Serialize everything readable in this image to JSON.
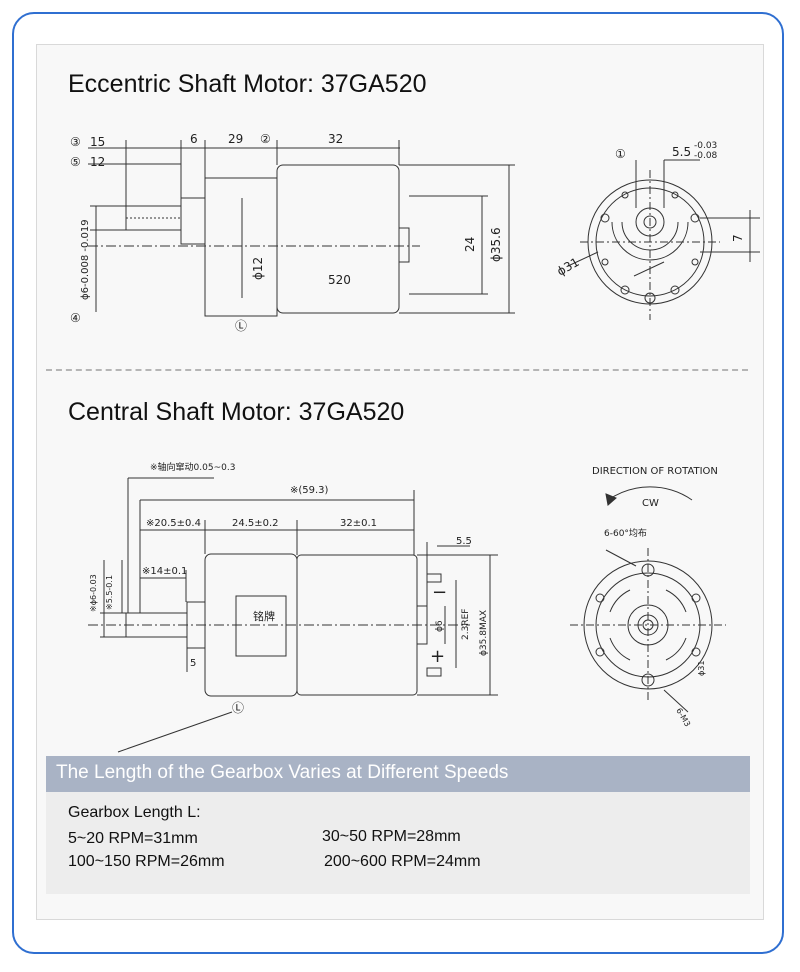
{
  "section1": {
    "title": "Eccentric Shaft Motor: 37GA520",
    "dims": {
      "d15": "15",
      "d12": "12",
      "d6": "6",
      "d29": "29",
      "d32": "32",
      "m3": "③",
      "m5": "⑤",
      "m2": "②",
      "m4": "④",
      "mL": "Ⓛ",
      "m1": "①",
      "phi12": "ϕ12",
      "model": "520",
      "d24": "24",
      "phi356": "ϕ35.6",
      "shaft_tol": "ϕ6-0.008 -0.019",
      "flat": "5.5",
      "flat_tol_upper": "-0.03",
      "flat_tol_lower": "-0.08",
      "d7": "7",
      "phi31": "ϕ31"
    }
  },
  "section2": {
    "title": "Central Shaft Motor: 37GA520",
    "dims": {
      "axial_play": "※轴向窜动0.05~0.3",
      "total": "※(59.3)",
      "d205": "※20.5±0.4",
      "d245": "24.5±0.2",
      "d32": "32±0.1",
      "d55": "5.5",
      "d14": "※14±0.1",
      "d5": "5",
      "phi6_tol": "※ϕ6-0.03",
      "d55_tol": "※5.5-0.1",
      "nameplate": "铭牌",
      "minus": "−",
      "plus": "+",
      "phi6": "ϕ6",
      "ref": "2.3REF",
      "max": "ϕ35.8MAX",
      "mL": "Ⓛ",
      "rotation": "DIRECTION OF ROTATION",
      "cw": "CW",
      "holes": "6-60°均布",
      "phi31": "ϕ31",
      "m3": "6-M3"
    }
  },
  "banner": {
    "text": "The Length of the Gearbox Varies at Different Speeds"
  },
  "gearbox": {
    "heading": "Gearbox Length L:",
    "items": [
      "5~20 RPM=31mm",
      "30~50 RPM=28mm",
      "100~150 RPM=26mm",
      "200~600 RPM=24mm"
    ]
  },
  "colors": {
    "frame": "#2f6fd1",
    "banner": "#a9b3c5",
    "notes_bg": "#ededed"
  }
}
